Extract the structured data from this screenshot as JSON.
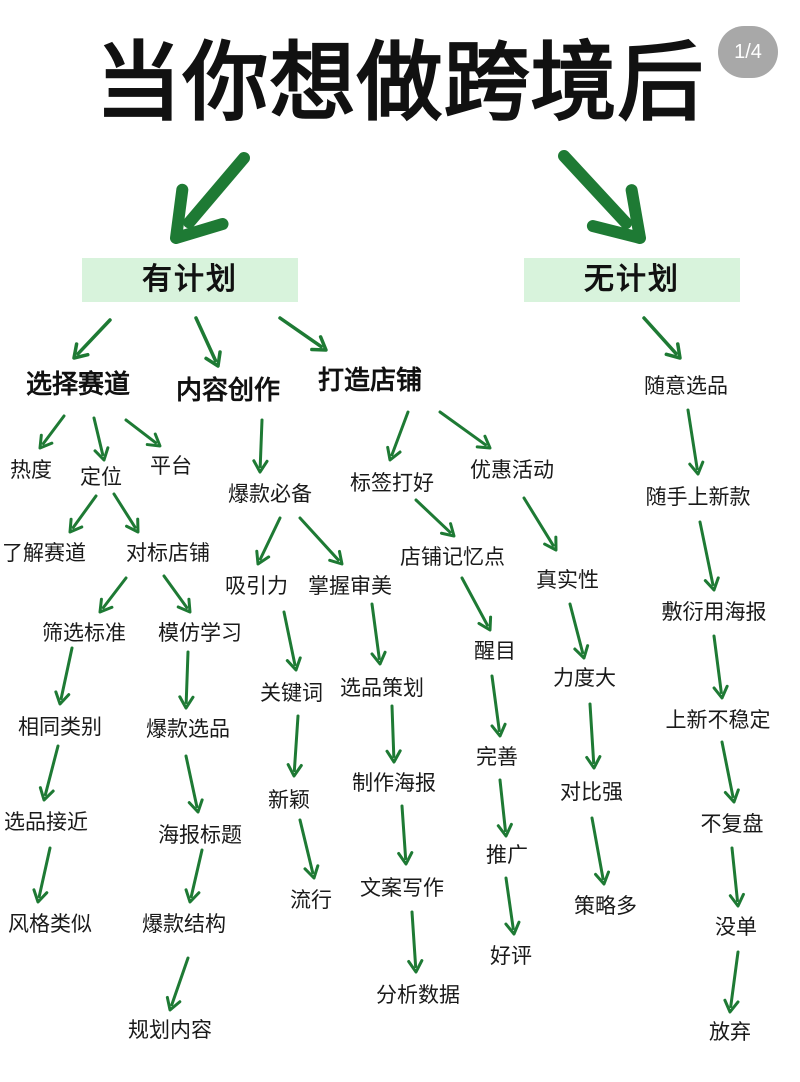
{
  "title": "当你想做跨境后",
  "page_counter": "1/4",
  "colors": {
    "arrow": "#1e7a34",
    "header_bg": "#d8f3dc",
    "counter_bg": "#a8a8a8"
  },
  "planned": {
    "header": "有计划",
    "branches": {
      "track": {
        "title": "选择赛道",
        "heat": "热度",
        "position": "定位",
        "platform": "平台",
        "understand": "了解赛道",
        "benchmark_store": "对标店铺",
        "filter": {
          "label": "筛选标准",
          "steps": [
            "相同类别",
            "选品接近",
            "风格类似"
          ]
        },
        "imitate": {
          "label": "模仿学习",
          "steps": [
            "爆款选品",
            "海报标题",
            "爆款结构",
            "规划内容"
          ]
        }
      },
      "content": {
        "title": "内容创作",
        "hit_essentials": "爆款必备",
        "attract": {
          "label": "吸引力",
          "steps": [
            "关键词",
            "新颖",
            "流行"
          ]
        },
        "aesthetic": {
          "label": "掌握审美",
          "steps": [
            "选品策划",
            "制作海报",
            "文案写作",
            "分析数据"
          ]
        }
      },
      "store": {
        "title": "打造店铺",
        "tags": "标签打好",
        "promo": "优惠活动",
        "memory": {
          "label": "店铺记忆点",
          "steps": [
            "醒目",
            "完善",
            "推广",
            "好评"
          ]
        },
        "authentic": {
          "label": "真实性",
          "steps": [
            "力度大",
            "对比强",
            "策略多"
          ]
        }
      }
    }
  },
  "unplanned": {
    "header": "无计划",
    "steps": [
      "随意选品",
      "随手上新款",
      "敷衍用海报",
      "上新不稳定",
      "不复盘",
      "没单",
      "放弃"
    ]
  }
}
